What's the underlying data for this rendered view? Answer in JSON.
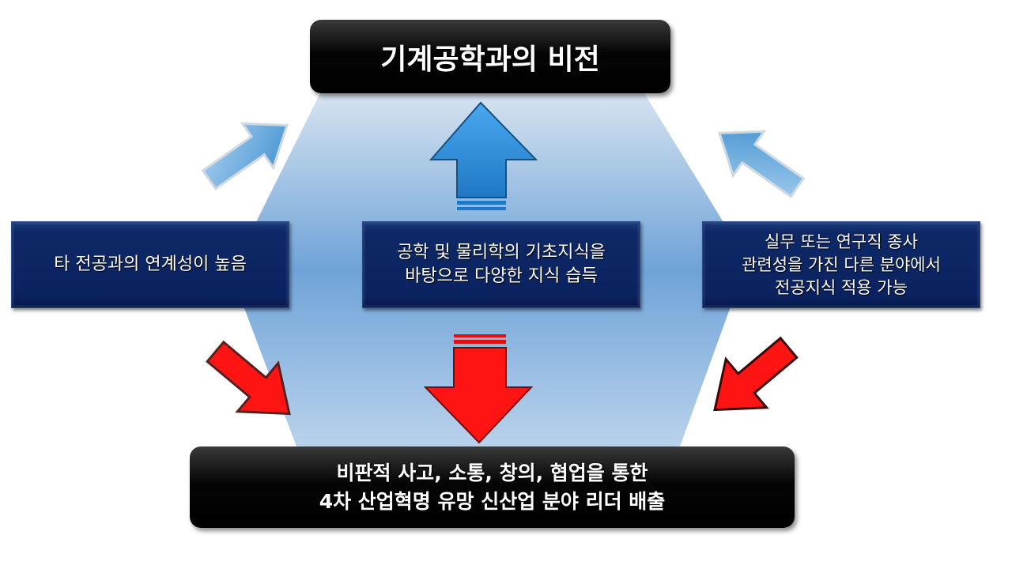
{
  "title": "기계공학과의 비전",
  "boxes": {
    "left": [
      "타 전공과의 연계성이 높음"
    ],
    "center": [
      "공학 및 물리학의 기초지식을",
      "바탕으로 다양한 지식 습득"
    ],
    "right": [
      "실무 또는 연구직 종사",
      "관련성을 가진 다른 분야에서",
      "전공지식 적용 가능"
    ]
  },
  "bottom": [
    "비판적 사고, 소통, 창의, 협업을 통한",
    "4차 산업혁명 유망 신산업 분야 리더 배출"
  ],
  "colors": {
    "navy": "#0b2260",
    "up_arrow": "#2f8fd8",
    "down_arrow": "#ff1010",
    "hexagon": "#6fa3d8"
  }
}
